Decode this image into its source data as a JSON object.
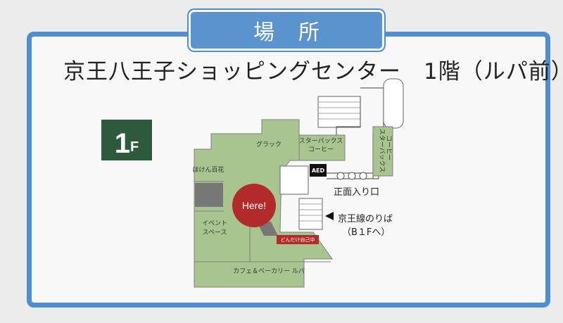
{
  "header": {
    "tab_label": "場所"
  },
  "title": "京王八王子ショッピングセンター　1階（ルパ前）",
  "floor_badge": {
    "number": "1",
    "suffix": "F"
  },
  "map": {
    "stores": {
      "glak": "グラック",
      "starbucks_1": "スターバックス",
      "starbucks_2": "コーヒー",
      "starbucks_v1": "スターバックス",
      "starbucks_v2": "コーヒー",
      "hoken": "ほけん百花",
      "event_1": "イベント",
      "event_2": "スペース",
      "cafe": "カフェ＆ベーカリー ルパ"
    },
    "aed": "AED",
    "here": "Here!",
    "current_store": "どんだけ自己中",
    "entrance": "正面入り口",
    "keio_line_1": "京王線のりば",
    "keio_line_2": "（B１Fへ）"
  }
}
